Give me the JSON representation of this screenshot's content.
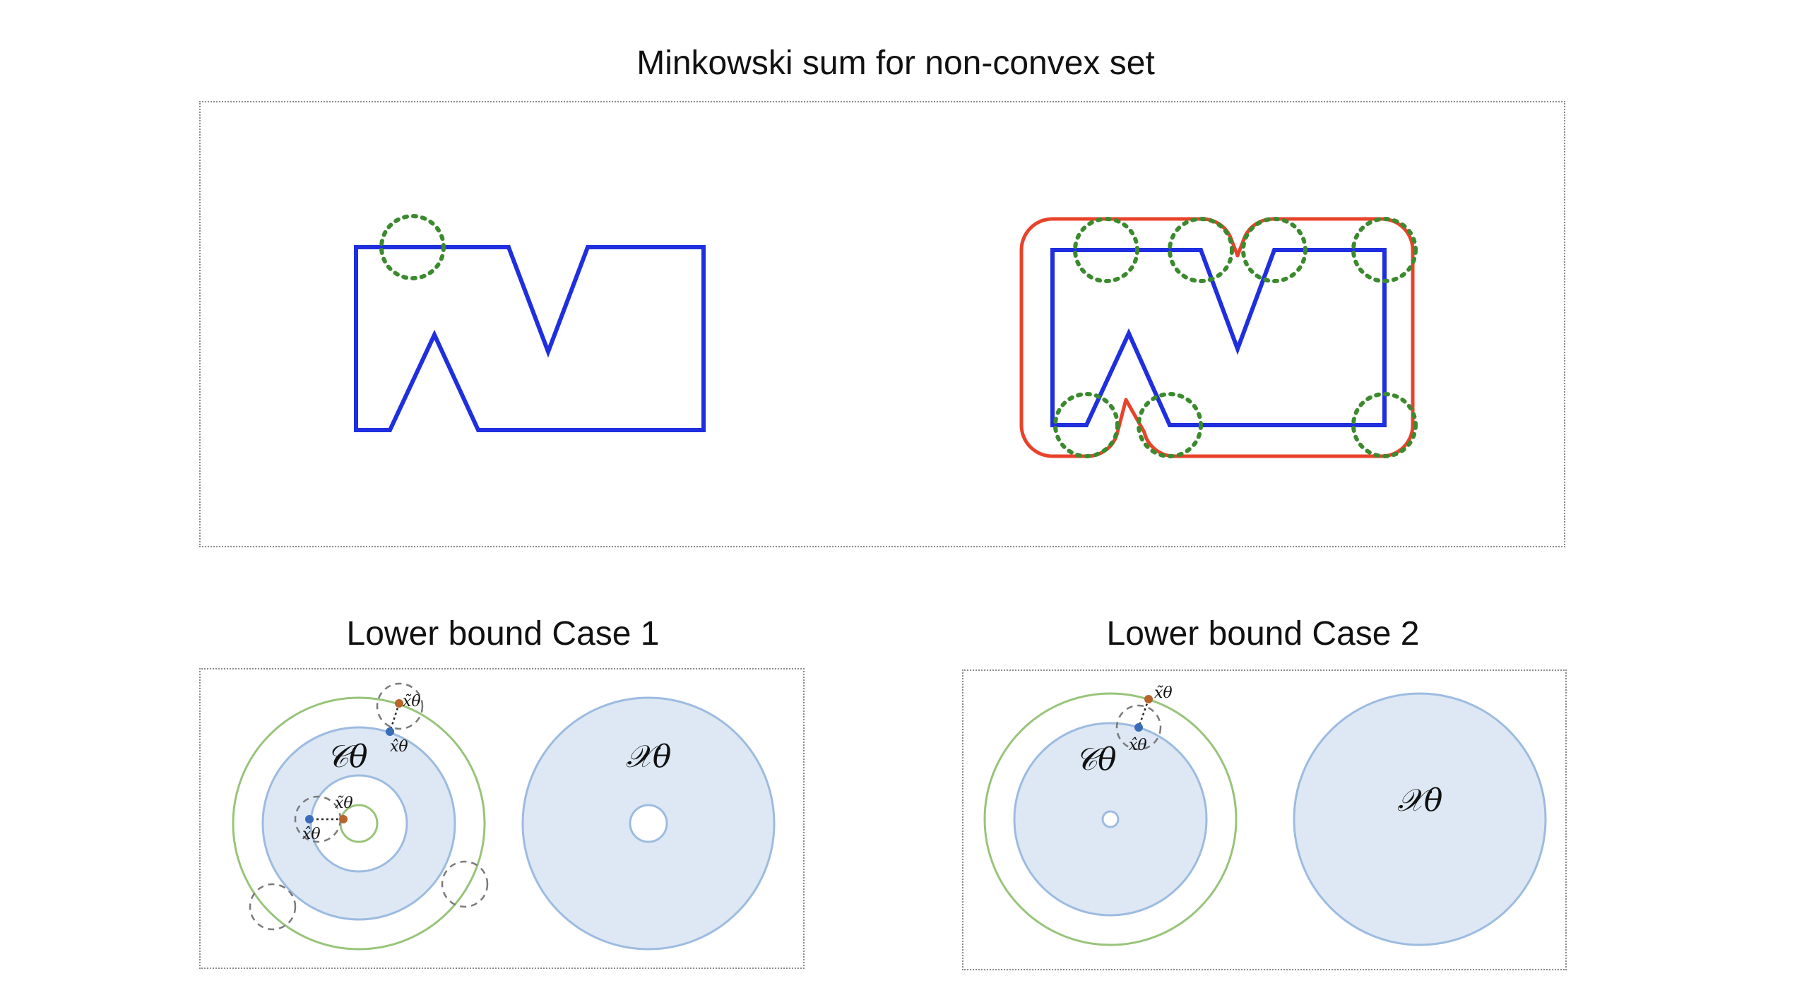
{
  "titles": {
    "top": "Minkowski sum for non-convex set",
    "case1": "Lower bound Case 1",
    "case2": "Lower bound Case 2"
  },
  "labels": {
    "c_theta": "𝒞θ",
    "x_theta": "𝒳θ",
    "x_tilde": "x̃θ",
    "x_hat": "x̂θ"
  },
  "colors": {
    "polygon": "#1f2fe0",
    "minkowski_outline": "#e8432a",
    "probe_circle": "#3b8a2e",
    "set_fill": "#dde8f4",
    "set_stroke": "#9dbbe0",
    "ring": "#98c47a",
    "point_tilde": "#b8642a",
    "point_hat": "#3a6cb8",
    "dashed_circle": "#7a7a7a"
  }
}
